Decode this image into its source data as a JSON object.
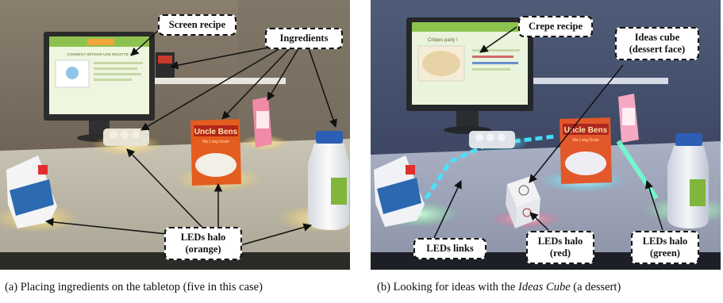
{
  "panel_a": {
    "labels": {
      "screen_recipe": "Screen recipe",
      "ingredients": "Ingredients",
      "leds_halo_line1": "LEDs halo",
      "leds_halo_line2": "(orange)"
    },
    "screen_header": "COMMENT OBTENIR UNE RECETTE ?",
    "box_brand": "Uncle Bens",
    "box_subtitle": "Riz Long Grain",
    "caption": "(a) Placing ingredients on the tabletop (five in this case)"
  },
  "panel_b": {
    "labels": {
      "crepe_recipe": "Crepe recipe",
      "ideas_cube_line1": "Ideas cube",
      "ideas_cube_line2": "(dessert face)",
      "leds_links": "LEDs links",
      "leds_halo_red_line1": "LEDs halo",
      "leds_halo_red_line2": "(red)",
      "leds_halo_green_line1": "LEDs halo",
      "leds_halo_green_line2": "(green)"
    },
    "screen_header": "Crêpes party !",
    "box_brand": "Uncle Bens",
    "box_subtitle": "Riz Long Grain",
    "caption_prefix": "(b) Looking for ideas with the ",
    "caption_italic": "Ideas Cube",
    "caption_suffix": " (a dessert)"
  },
  "colors": {
    "orange_halo": "#ffd15c",
    "led_link_cyan": "#44e4ff",
    "led_green": "#7dff9a",
    "led_red": "#ff4a7a"
  }
}
